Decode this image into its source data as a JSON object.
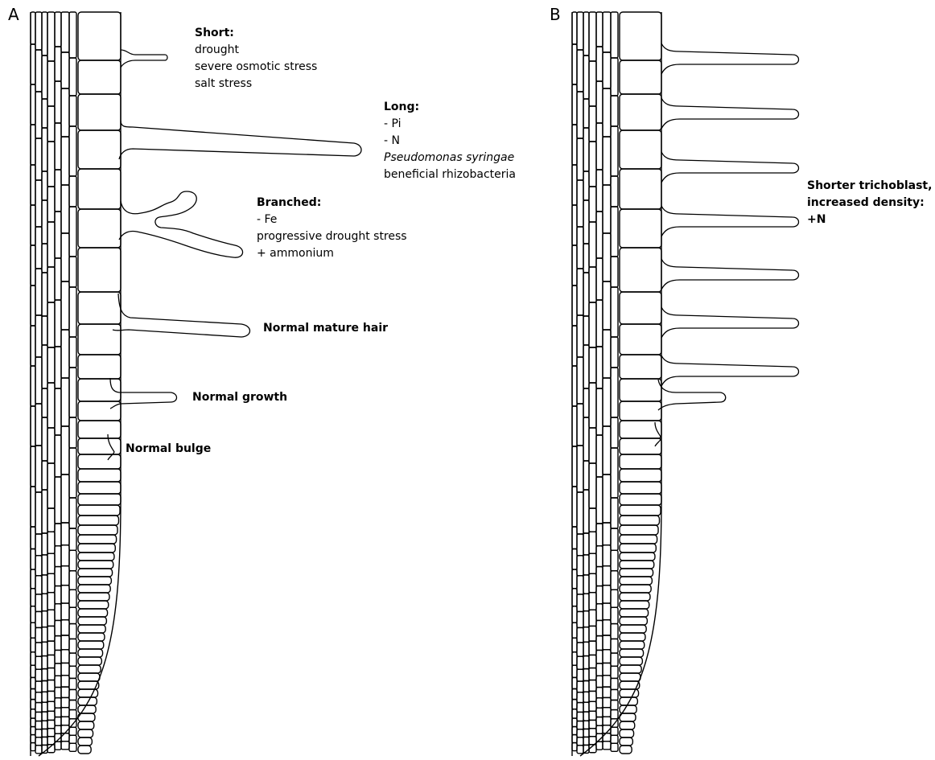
{
  "panels": [
    {
      "letter": "A",
      "labels": [
        {
          "heading": "Short:",
          "lines": [
            "drought",
            "severe osmotic stress",
            "salt stress"
          ]
        },
        {
          "heading": "Long:",
          "lines": [
            "- Pi",
            "- N",
            "Pseudomonas syringae",
            "beneficial rhizobacteria"
          ]
        },
        {
          "heading": "Branched:",
          "lines": [
            "- Fe",
            "progressive drought stress",
            "+ ammonium"
          ]
        },
        {
          "heading": "Normal mature hair",
          "lines": []
        },
        {
          "heading": "Normal growth",
          "lines": []
        },
        {
          "heading": "Normal bulge",
          "lines": []
        }
      ]
    },
    {
      "letter": "B",
      "labels": [
        {
          "heading": "Shorter trichoblast,",
          "heading2": "increased density:",
          "lines": [
            "+N"
          ]
        }
      ]
    }
  ]
}
